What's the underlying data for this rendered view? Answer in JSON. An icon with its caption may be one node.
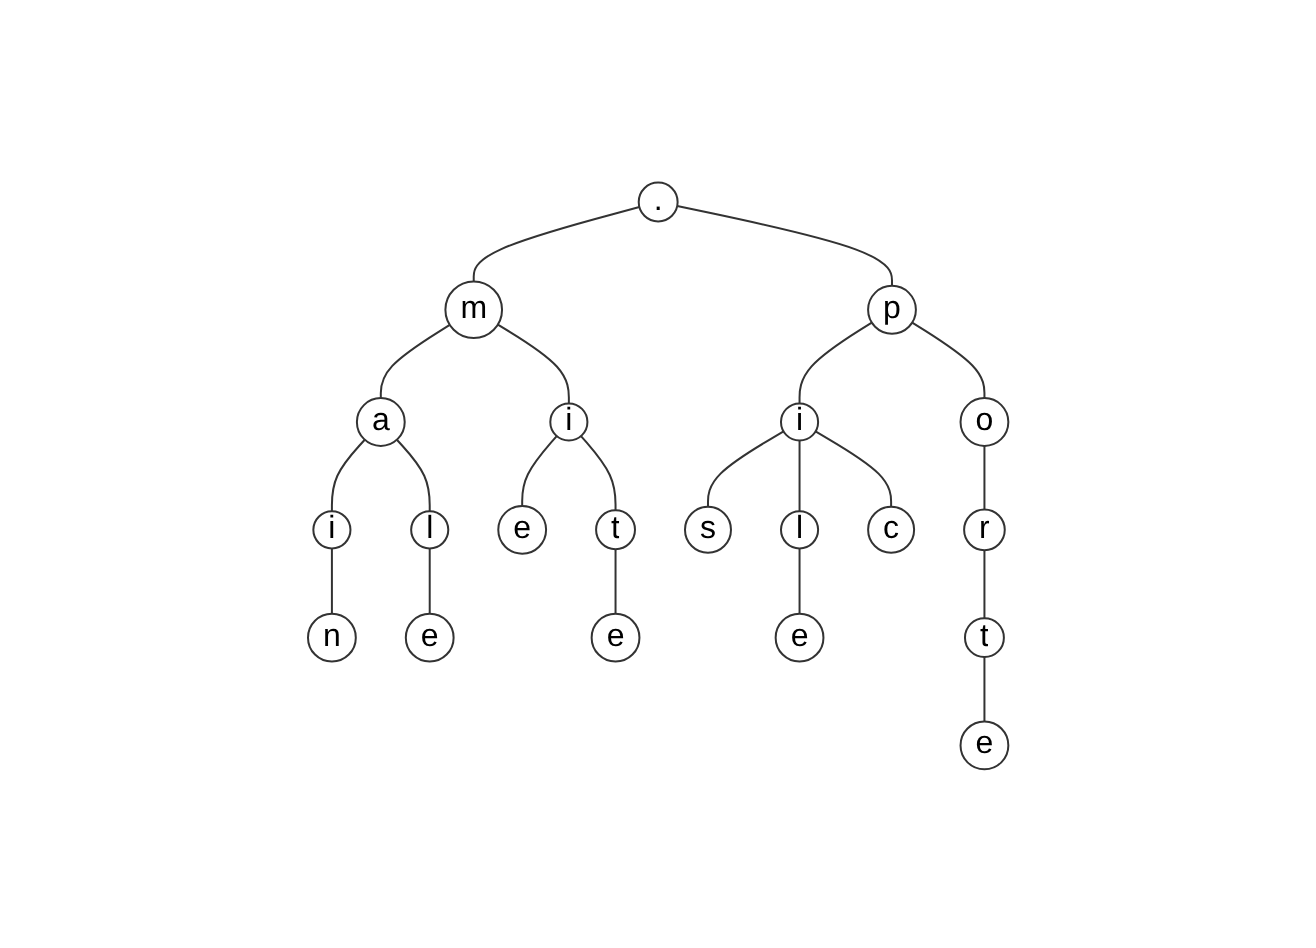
{
  "diagram": {
    "nodes": [
      {
        "text": [
          "."
        ]
      },
      {
        "text": [
          "m"
        ]
      },
      {
        "text": [
          "p"
        ]
      },
      {
        "text": [
          "a"
        ]
      },
      {
        "text": [
          "i"
        ]
      },
      {
        "text": [
          "i"
        ]
      },
      {
        "text": [
          "o"
        ]
      },
      {
        "text": [
          "i"
        ]
      },
      {
        "text": [
          "l"
        ]
      },
      {
        "text": [
          "e"
        ]
      },
      {
        "text": [
          "t"
        ]
      },
      {
        "text": [
          "s"
        ]
      },
      {
        "text": [
          "l"
        ]
      },
      {
        "text": [
          "c"
        ]
      },
      {
        "text": [
          "r"
        ]
      },
      {
        "text": [
          "n"
        ]
      },
      {
        "text": [
          "e"
        ]
      },
      {
        "text": [
          "e"
        ]
      },
      {
        "text": [
          "e"
        ]
      },
      {
        "text": [
          "t"
        ]
      },
      {
        "text": [
          "e"
        ]
      }
    ],
    "edges": [
      {
        "from": 0,
        "to": 1,
        "arrow": "none"
      },
      {
        "from": 0,
        "to": 2,
        "arrow": "none"
      },
      {
        "from": 1,
        "to": 3,
        "arrow": "none"
      },
      {
        "from": 1,
        "to": 4,
        "arrow": "none"
      },
      {
        "from": 2,
        "to": 5,
        "arrow": "none"
      },
      {
        "from": 2,
        "to": 6,
        "arrow": "none"
      },
      {
        "from": 3,
        "to": 7,
        "arrow": "none"
      },
      {
        "from": 3,
        "to": 8,
        "arrow": "none"
      },
      {
        "from": 4,
        "to": 9,
        "arrow": "none"
      },
      {
        "from": 4,
        "to": 10,
        "arrow": "none"
      },
      {
        "from": 5,
        "to": 11,
        "arrow": "none"
      },
      {
        "from": 5,
        "to": 12,
        "arrow": "none"
      },
      {
        "from": 5,
        "to": 13,
        "arrow": "none"
      },
      {
        "from": 6,
        "to": 14,
        "arrow": "none"
      },
      {
        "from": 7,
        "to": 15,
        "arrow": "none"
      },
      {
        "from": 8,
        "to": 16,
        "arrow": "none"
      },
      {
        "from": 10,
        "to": 17,
        "arrow": "none"
      },
      {
        "from": 12,
        "to": 18,
        "arrow": "none"
      },
      {
        "from": 14,
        "to": 19,
        "arrow": "none"
      },
      {
        "from": 19,
        "to": 20,
        "arrow": "none"
      }
    ]
  }
}
